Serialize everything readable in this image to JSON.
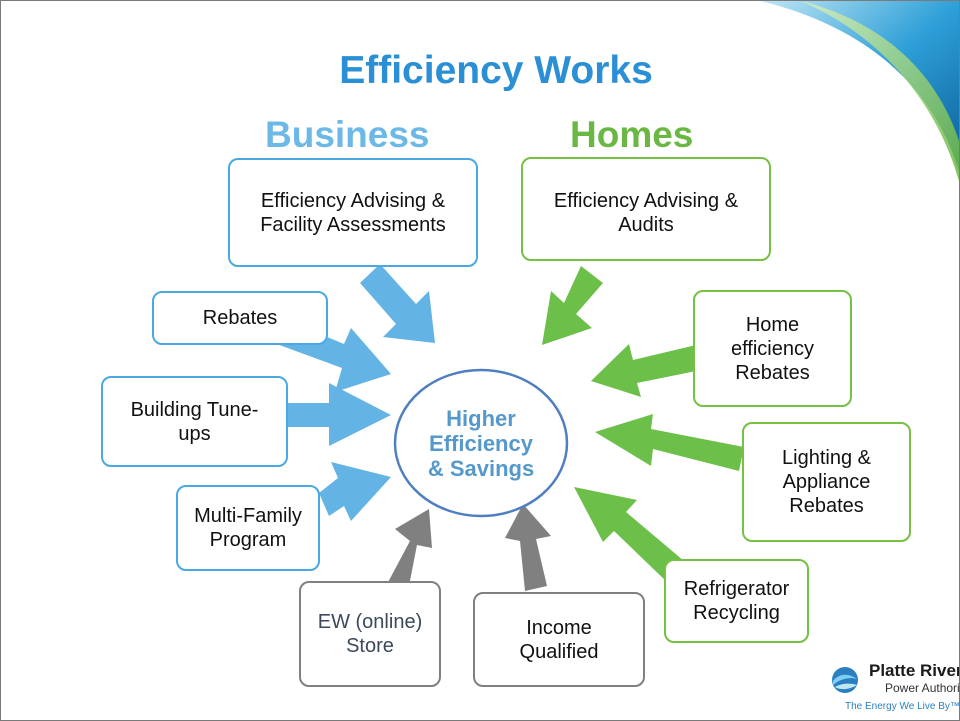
{
  "slide": {
    "title": "Efficiency Works",
    "business_heading": "Business",
    "homes_heading": "Homes"
  },
  "center": {
    "text": "Higher\nEfficiency\n& Savings"
  },
  "business_boxes": [
    {
      "id": "business-advising",
      "text": "Efficiency Advising &\nFacility Assessments"
    },
    {
      "id": "business-rebates",
      "text": "Rebates"
    },
    {
      "id": "building-tuneups",
      "text": "Building Tune-\nups"
    },
    {
      "id": "multi-family",
      "text": "Multi-Family\nProgram"
    }
  ],
  "shared_boxes": [
    {
      "id": "ew-store",
      "text": "EW (online)\nStore"
    },
    {
      "id": "income-qualified",
      "text": "Income\nQualified"
    }
  ],
  "homes_boxes": [
    {
      "id": "homes-advising",
      "text": "Efficiency Advising &\nAudits"
    },
    {
      "id": "home-rebates",
      "text": "Home\nefficiency\nRebates"
    },
    {
      "id": "lighting-appliance",
      "text": "Lighting &\nAppliance\nRebates"
    },
    {
      "id": "refrigerator-recycling",
      "text": "Refrigerator\nRecycling"
    }
  ],
  "logo": {
    "name": "Platte River",
    "subtitle": "Power Authority",
    "tagline": "The Energy We Live By™"
  },
  "colors": {
    "title": "#2b8fd6",
    "business": "#6cb8e6",
    "homes": "#6ab843",
    "shared": "#808080",
    "center_text": "#5599cc",
    "center_ring": "#4f7fbf"
  }
}
